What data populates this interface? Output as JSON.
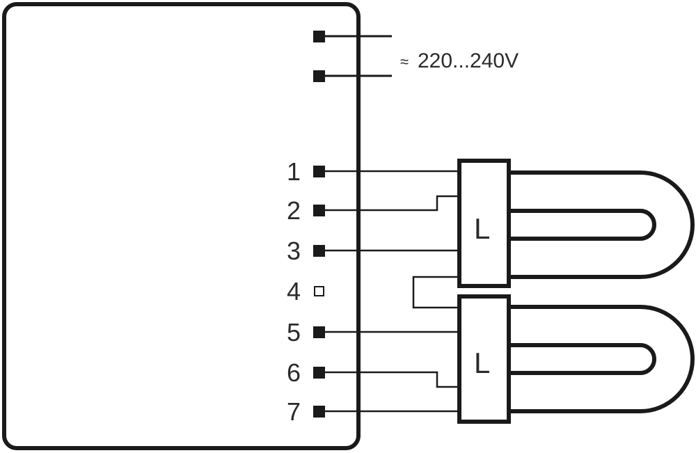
{
  "supply": {
    "symbol": "≈",
    "voltage": "220...240V"
  },
  "terminals": [
    {
      "label": "1",
      "connected": true
    },
    {
      "label": "2",
      "connected": true
    },
    {
      "label": "3",
      "connected": true
    },
    {
      "label": "4",
      "connected": false
    },
    {
      "label": "5",
      "connected": true
    },
    {
      "label": "6",
      "connected": true
    },
    {
      "label": "7",
      "connected": true
    }
  ],
  "lamps": [
    {
      "cap_label": "L"
    },
    {
      "cap_label": "L"
    }
  ],
  "colors": {
    "line": "#1a1a1a",
    "background": "#ffffff"
  }
}
